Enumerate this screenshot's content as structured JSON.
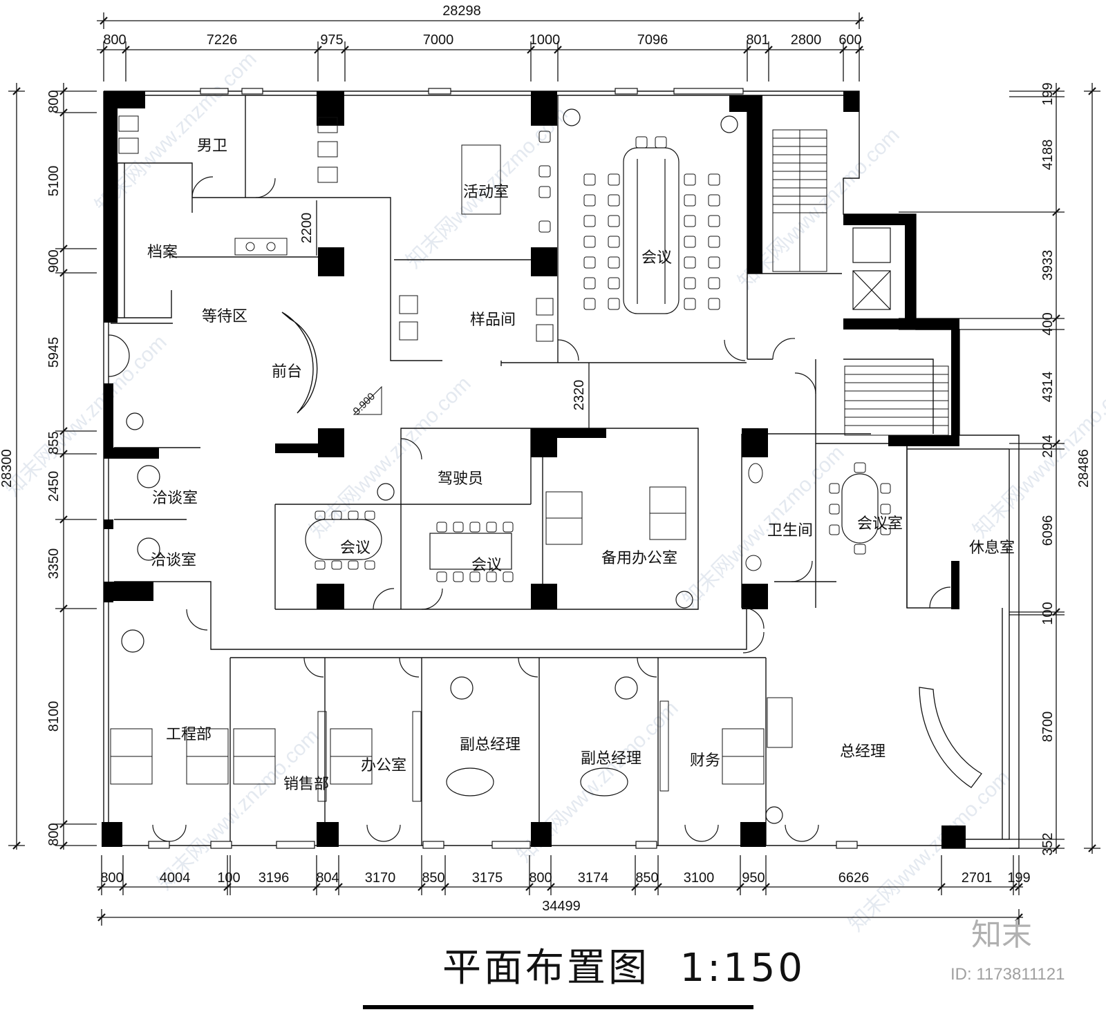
{
  "drawing": {
    "title": "平面布置图  1:150",
    "logo_text": "知末",
    "id_text": "ID: 1173811121",
    "watermark_text": "知末网www.znzmo.com",
    "level_mark": "9.900",
    "colors": {
      "line": "#111111",
      "wall": "#000000",
      "watermark": "#cfd8e4",
      "logo": "#b0b0b0"
    }
  },
  "dimensions": {
    "top_total": "28298",
    "top_segments": [
      "800",
      "7226",
      "975",
      "7000",
      "1000",
      "7096",
      "801",
      "2800",
      "600"
    ],
    "bottom_total": "34499",
    "bottom_segments": [
      "800",
      "4004",
      "100",
      "3196",
      "804",
      "3170",
      "850",
      "3175",
      "800",
      "3174",
      "850",
      "3100",
      "950",
      "6626",
      "2701",
      "199"
    ],
    "left_total": "28300",
    "left_segments": [
      "800",
      "5100",
      "900",
      "5945",
      "855",
      "2450",
      "3350",
      "8100",
      "800"
    ],
    "right_total": "28486",
    "right_segments": [
      "199",
      "4188",
      "3933",
      "400",
      "4314",
      "204",
      "6096",
      "100",
      "8700",
      "352"
    ],
    "inner": [
      "2200",
      "2320"
    ]
  },
  "rooms": [
    "男卫",
    "活动室",
    "档案",
    "等待区",
    "前台",
    "样品间",
    "会议",
    "洽谈室",
    "洽谈室",
    "驾驶员",
    "会议",
    "会议",
    "备用办公室",
    "卫生间",
    "会议室",
    "休息室",
    "工程部",
    "销售部",
    "办公室",
    "副总经理",
    "副总经理",
    "财务",
    "总经理"
  ]
}
